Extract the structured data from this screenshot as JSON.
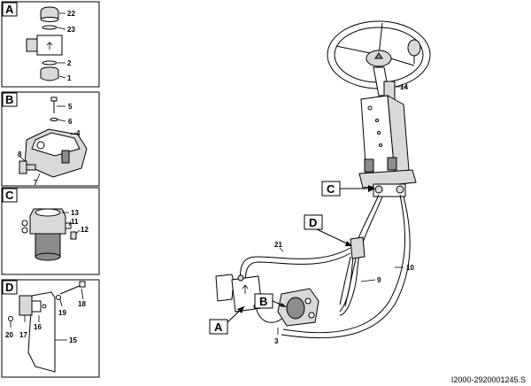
{
  "panels": [
    {
      "letter": "A",
      "parts": [
        "22",
        "23",
        "2",
        "1"
      ]
    },
    {
      "letter": "B",
      "parts": [
        "5",
        "6",
        "4",
        "8",
        "7"
      ]
    },
    {
      "letter": "C",
      "parts": [
        "13",
        "11",
        "12"
      ]
    },
    {
      "letter": "D",
      "parts": [
        "18",
        "19",
        "17",
        "20",
        "16",
        "15"
      ]
    }
  ],
  "main": {
    "callouts": [
      "A",
      "B",
      "C",
      "D"
    ],
    "parts": [
      "14",
      "21",
      "9",
      "10",
      "3"
    ]
  },
  "reference": "I2000-2920001245.S"
}
